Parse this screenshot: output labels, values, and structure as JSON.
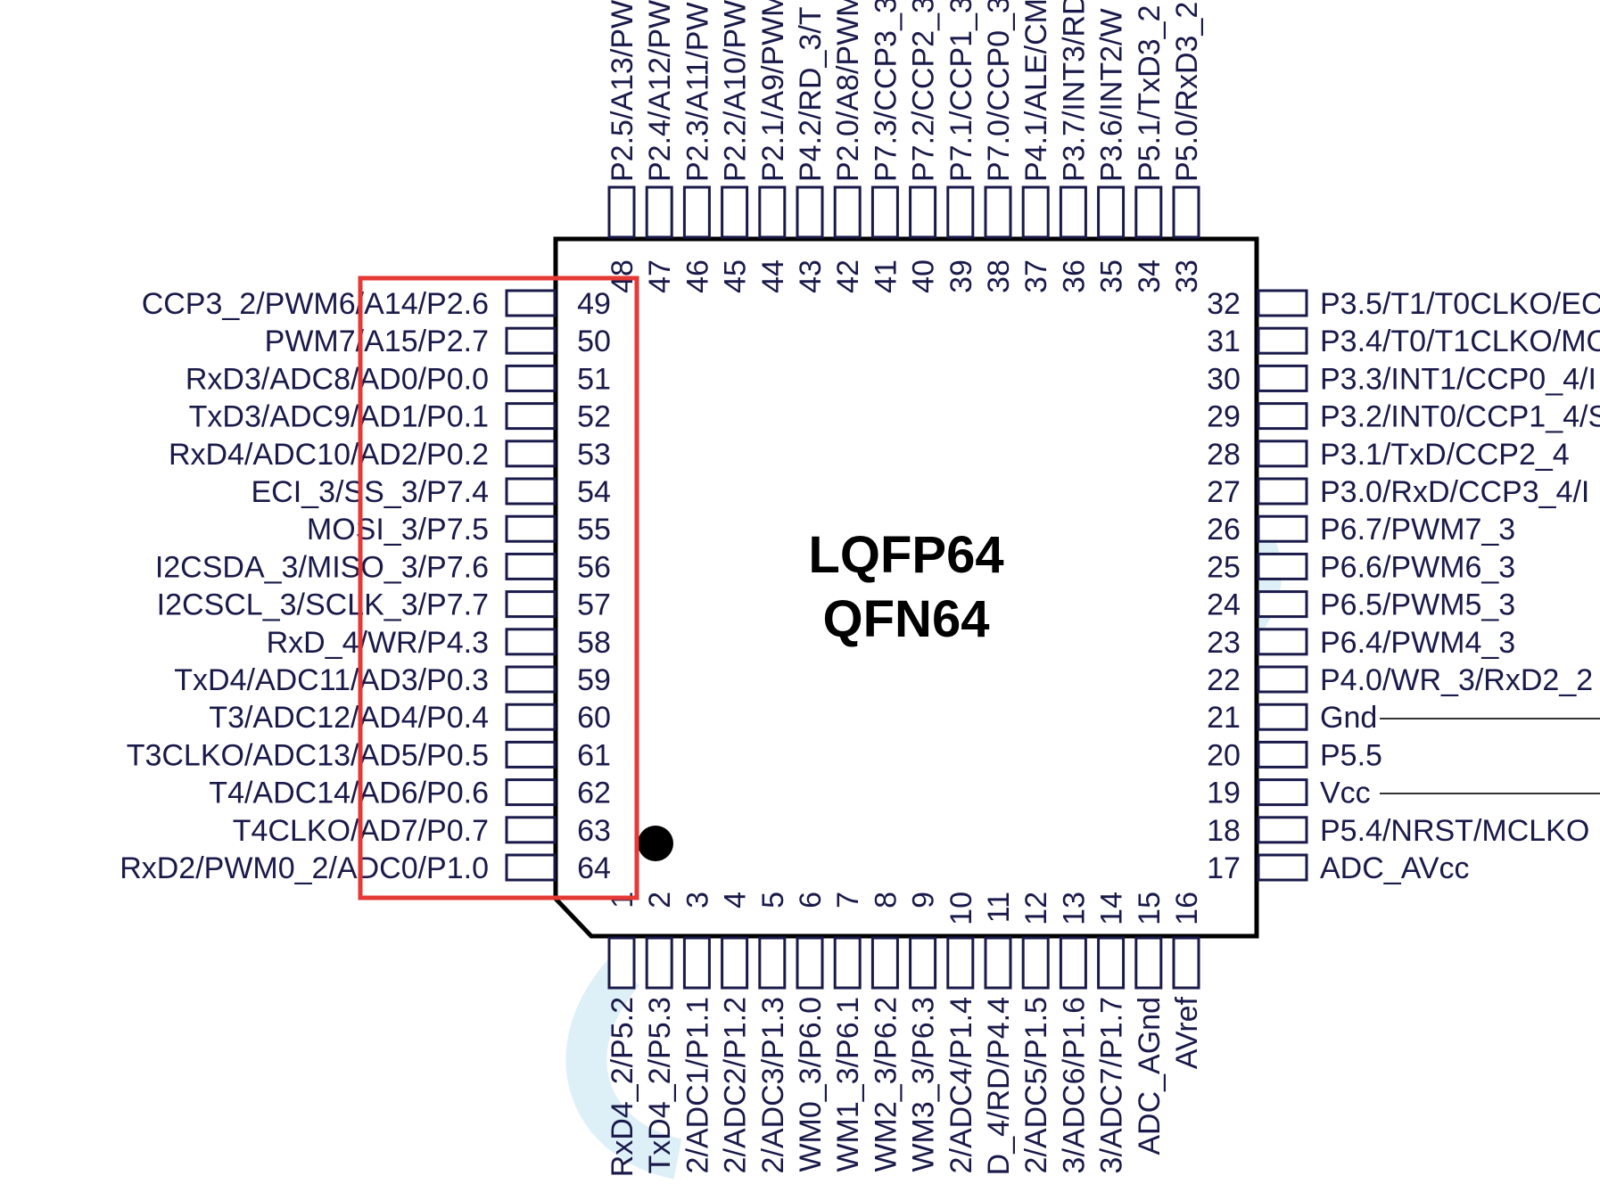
{
  "chip": {
    "title_line1": "LQFP64",
    "title_line2": "QFN64"
  },
  "colors": {
    "line": "#1a1a4a",
    "highlight": "#e53935",
    "watermark": "#cfe8f3"
  },
  "pins": {
    "left": [
      {
        "num": "49",
        "label": "CCP3_2/PWM6/A14/P2.6"
      },
      {
        "num": "50",
        "label": "PWM7/A15/P2.7"
      },
      {
        "num": "51",
        "label": "RxD3/ADC8/AD0/P0.0"
      },
      {
        "num": "52",
        "label": "TxD3/ADC9/AD1/P0.1"
      },
      {
        "num": "53",
        "label": "RxD4/ADC10/AD2/P0.2"
      },
      {
        "num": "54",
        "label": "ECI_3/SS_3/P7.4"
      },
      {
        "num": "55",
        "label": "MOSI_3/P7.5"
      },
      {
        "num": "56",
        "label": "I2CSDA_3/MISO_3/P7.6"
      },
      {
        "num": "57",
        "label": "I2CSCL_3/SCLK_3/P7.7"
      },
      {
        "num": "58",
        "label": "RxD_4/WR/P4.3"
      },
      {
        "num": "59",
        "label": "TxD4/ADC11/AD3/P0.3"
      },
      {
        "num": "60",
        "label": "T3/ADC12/AD4/P0.4"
      },
      {
        "num": "61",
        "label": "T3CLKO/ADC13/AD5/P0.5"
      },
      {
        "num": "62",
        "label": "T4/ADC14/AD6/P0.6"
      },
      {
        "num": "63",
        "label": "T4CLKO/AD7/P0.7"
      },
      {
        "num": "64",
        "label": "RxD2/PWM0_2/ADC0/P1.0"
      }
    ],
    "right": [
      {
        "num": "32",
        "label": "P3.5/T1/T0CLKO/EC"
      },
      {
        "num": "31",
        "label": "P3.4/T0/T1CLKO/MO"
      },
      {
        "num": "30",
        "label": "P3.3/INT1/CCP0_4/I"
      },
      {
        "num": "29",
        "label": "P3.2/INT0/CCP1_4/S"
      },
      {
        "num": "28",
        "label": "P3.1/TxD/CCP2_4"
      },
      {
        "num": "27",
        "label": "P3.0/RxD/CCP3_4/I"
      },
      {
        "num": "26",
        "label": "P6.7/PWM7_3"
      },
      {
        "num": "25",
        "label": "P6.6/PWM6_3"
      },
      {
        "num": "24",
        "label": "P6.5/PWM5_3"
      },
      {
        "num": "23",
        "label": "P6.4/PWM4_3"
      },
      {
        "num": "22",
        "label": "P4.0/WR_3/RxD2_2"
      },
      {
        "num": "21",
        "label": "Gnd"
      },
      {
        "num": "20",
        "label": "P5.5"
      },
      {
        "num": "19",
        "label": "Vcc"
      },
      {
        "num": "18",
        "label": "P5.4/NRST/MCLKO"
      },
      {
        "num": "17",
        "label": "ADC_AVcc"
      }
    ],
    "top": [
      {
        "num": "48",
        "label": "P2.5/A13/PW"
      },
      {
        "num": "47",
        "label": "P2.4/A12/PW"
      },
      {
        "num": "46",
        "label": "P2.3/A11/PW"
      },
      {
        "num": "45",
        "label": "P2.2/A10/PW"
      },
      {
        "num": "44",
        "label": "P2.1/A9/PWM"
      },
      {
        "num": "43",
        "label": "P4.2/RD_3/T"
      },
      {
        "num": "42",
        "label": "P2.0/A8/PWM"
      },
      {
        "num": "41",
        "label": "P7.3/CCP3_3"
      },
      {
        "num": "40",
        "label": "P7.2/CCP2_3"
      },
      {
        "num": "39",
        "label": "P7.1/CCP1_3"
      },
      {
        "num": "38",
        "label": "P7.0/CCP0_3"
      },
      {
        "num": "37",
        "label": "P4.1/ALE/CM"
      },
      {
        "num": "36",
        "label": "P3.7/INT3/RD"
      },
      {
        "num": "35",
        "label": "P3.6/INT2/W"
      },
      {
        "num": "34",
        "label": "P5.1/TxD3_2"
      },
      {
        "num": "33",
        "label": "P5.0/RxD3_2"
      }
    ],
    "bottom": [
      {
        "num": "1",
        "label": "RxD4_2/P5.2"
      },
      {
        "num": "2",
        "label": "TxD4_2/P5.3"
      },
      {
        "num": "3",
        "label": "2/ADC1/P1.1"
      },
      {
        "num": "4",
        "label": "2/ADC2/P1.2"
      },
      {
        "num": "5",
        "label": "2/ADC3/P1.3"
      },
      {
        "num": "6",
        "label": "WM0_3/P6.0"
      },
      {
        "num": "7",
        "label": "WM1_3/P6.1"
      },
      {
        "num": "8",
        "label": "WM2_3/P6.2"
      },
      {
        "num": "9",
        "label": "WM3_3/P6.3"
      },
      {
        "num": "10",
        "label": "2/ADC4/P1.4"
      },
      {
        "num": "11",
        "label": "D_4/RD/P4.4"
      },
      {
        "num": "12",
        "label": "2/ADC5/P1.5"
      },
      {
        "num": "13",
        "label": "3/ADC6/P1.6"
      },
      {
        "num": "14",
        "label": "3/ADC7/P1.7"
      },
      {
        "num": "15",
        "label": "ADC_AGnd"
      },
      {
        "num": "16",
        "label": "AVref"
      }
    ]
  }
}
